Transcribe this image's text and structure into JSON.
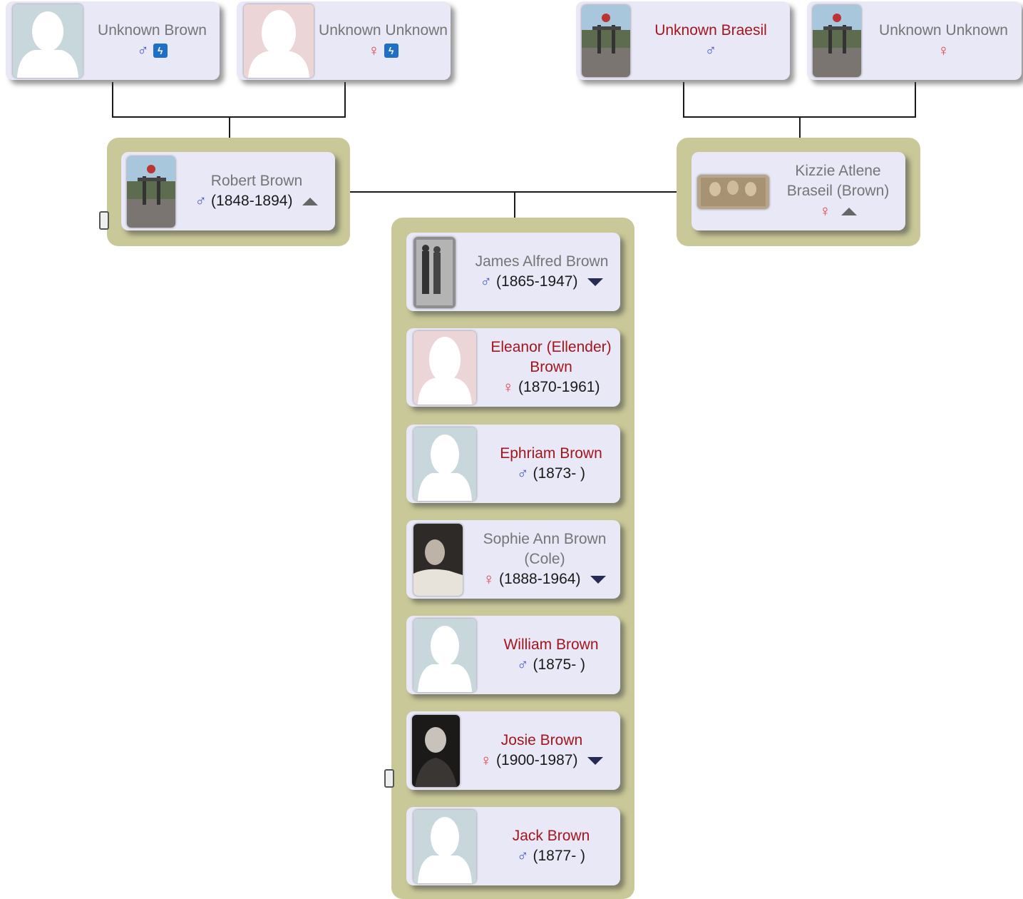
{
  "grandparents_paternal": [
    {
      "name": "Unknown Brown",
      "sex_symbol": "♂",
      "badge": "ϟ",
      "photo": "silhouette-male"
    },
    {
      "name": "Unknown Unknown",
      "sex_symbol": "♀",
      "badge": "ϟ",
      "photo": "silhouette-female"
    }
  ],
  "grandparents_maternal": [
    {
      "name": "Unknown Braesil",
      "sex_symbol": "♂",
      "photo": "landscape-photo"
    },
    {
      "name": "Unknown Unknown",
      "sex_symbol": "♀",
      "photo": "landscape-photo"
    }
  ],
  "father": {
    "name": "Robert Brown",
    "sex_symbol": "♂",
    "dates": "(1848-1894)",
    "photo": "landscape-photo"
  },
  "mother": {
    "name": "Kizzie Atlene Braseil (Brown)",
    "sex_symbol": "♀",
    "photo": "sepia-photo"
  },
  "children": [
    {
      "name": "James Alfred Brown",
      "sex_symbol": "♂",
      "dates": "(1865-1947)",
      "photo": "bw-photo",
      "name_color": "grey"
    },
    {
      "name": "Eleanor (Ellender) Brown",
      "sex_symbol": "♀",
      "dates": "(1870-1961)",
      "photo": "silhouette-female",
      "name_color": "red"
    },
    {
      "name": "Ephriam Brown",
      "sex_symbol": "♂",
      "dates": "(1873- )",
      "photo": "silhouette-male",
      "name_color": "red"
    },
    {
      "name": "Sophie Ann Brown (Cole)",
      "sex_symbol": "♀",
      "dates": "(1888-1964)",
      "photo": "bw-photo",
      "name_color": "grey"
    },
    {
      "name": "William Brown",
      "sex_symbol": "♂",
      "dates": "(1875- )",
      "photo": "silhouette-male",
      "name_color": "red"
    },
    {
      "name": "Josie Brown",
      "sex_symbol": "♀",
      "dates": "(1900-1987)",
      "photo": "bw-photo",
      "name_color": "red"
    },
    {
      "name": "Jack Brown",
      "sex_symbol": "♂",
      "dates": "(1877- )",
      "photo": "silhouette-male",
      "name_color": "red"
    }
  ],
  "colors": {
    "family_box": "#c9c898",
    "card": "#e9e8f6",
    "name_red": "#a3161d",
    "name_grey": "#757575",
    "male": "#4a55d9",
    "female": "#e03c48"
  }
}
